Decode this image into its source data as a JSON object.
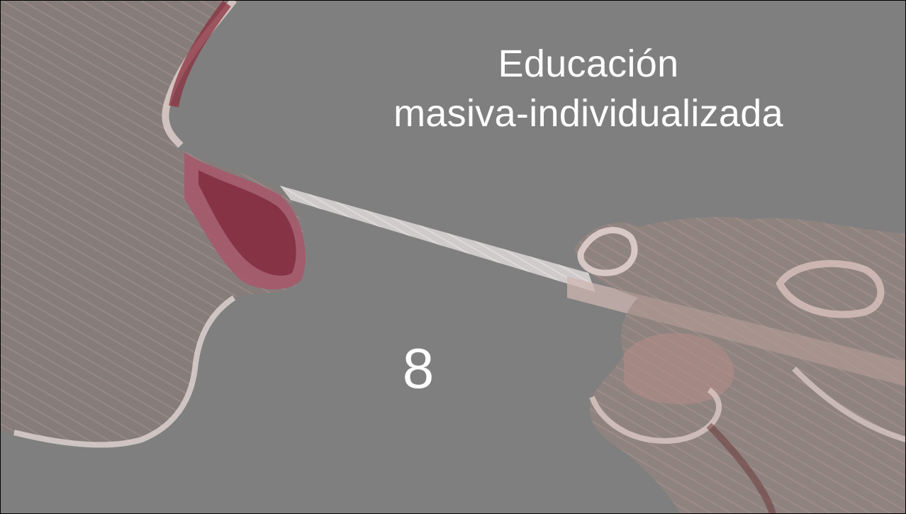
{
  "slide": {
    "title_line1": "Educación",
    "title_line2": "masiva-individualizada",
    "number": "8",
    "background_color": "#7f7f7f",
    "artwork": "sketch of a face receiving a syringe in the mouth"
  }
}
